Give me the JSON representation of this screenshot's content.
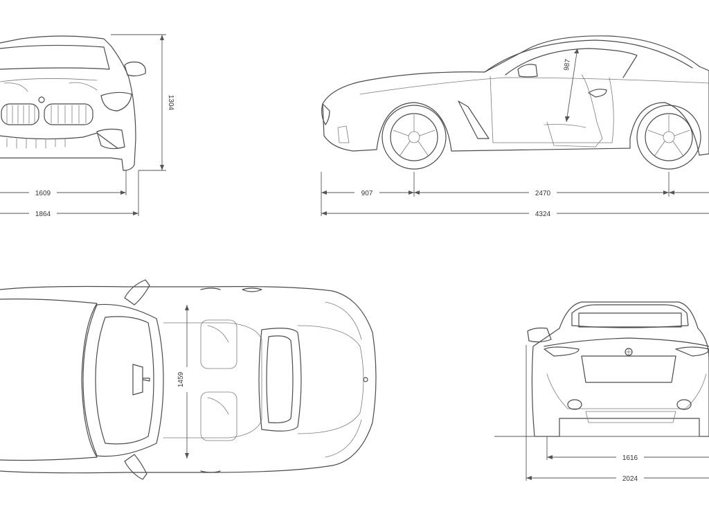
{
  "views": {
    "front": {
      "dimensions": {
        "height": "1304",
        "track": "1609",
        "width": "1864"
      }
    },
    "side": {
      "dimensions": {
        "headroom": "987",
        "front_overhang": "907",
        "wheelbase": "2470",
        "length": "4324"
      }
    },
    "top": {
      "dimensions": {
        "interior_width": "1459"
      }
    },
    "rear": {
      "dimensions": {
        "track": "1616",
        "width_with_mirrors": "2024"
      }
    }
  }
}
